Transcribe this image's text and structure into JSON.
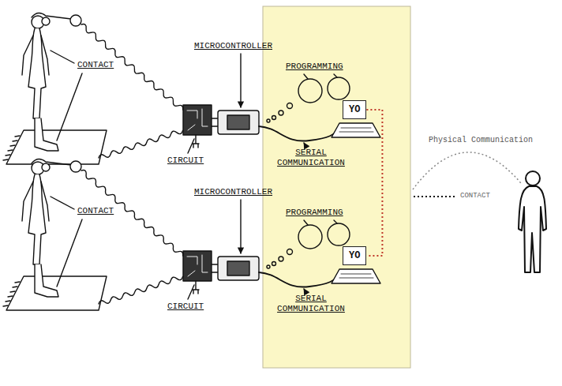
{
  "diagram": {
    "nodes": [
      {
        "text": [
          "YO"
        ]
      },
      {
        "text": [
          "YO"
        ]
      }
    ],
    "edges": [
      {
        "from": 0,
        "to": 1,
        "arrow": "none"
      }
    ],
    "labels": [
      "MICROCONTROLLER",
      "PROGRAMMING",
      "CONTACT",
      "CIRCUIT",
      "SERIAL COMMUNICATION",
      "MICROCONTROLLER",
      "PROGRAMMING",
      "CONTACT",
      "CIRCUIT",
      "SERIAL COMMUNICATION",
      "Physical Communication",
      "CONTACT"
    ]
  }
}
